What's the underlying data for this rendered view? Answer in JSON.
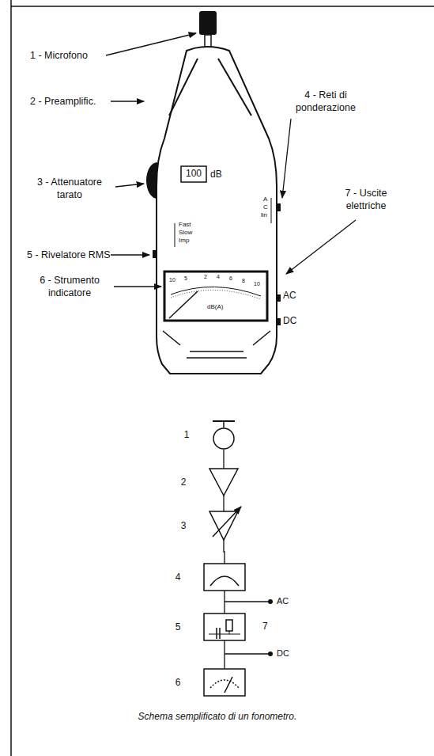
{
  "diagram": {
    "caption": "Schema semplificato di un fonometro.",
    "nodes": [
      {
        "text": [
          "1"
        ]
      },
      {
        "text": [
          "2"
        ]
      },
      {
        "text": [
          "3"
        ]
      },
      {
        "text": [
          "4"
        ]
      },
      {
        "text": [
          "5"
        ]
      },
      {
        "text": [
          "6"
        ]
      }
    ],
    "edges": [
      {
        "from": 0,
        "to": 1,
        "arrow": "none"
      },
      {
        "from": 1,
        "to": 2,
        "arrow": "none"
      },
      {
        "from": 2,
        "to": 3,
        "arrow": "none"
      },
      {
        "from": 3,
        "to": 4,
        "arrow": "none"
      },
      {
        "from": 4,
        "to": 5,
        "arrow": "none"
      }
    ],
    "labels": [
      "1 - Microfono",
      "2 - Preamplific.",
      "3 - Attenuatore tarato",
      "4 - Reti di ponderazione",
      "5 - Rivelatore RMS",
      "6 - Strumento indicatore",
      "7 - Uscite elettriche",
      "100",
      "dB",
      "A",
      "C",
      "lin",
      "Fast",
      "Slow",
      "Imp",
      "dB(A)",
      "AC",
      "DC",
      "AC",
      "DC",
      "7",
      "10",
      "5",
      "2",
      "4",
      "6",
      "8",
      "10"
    ]
  }
}
